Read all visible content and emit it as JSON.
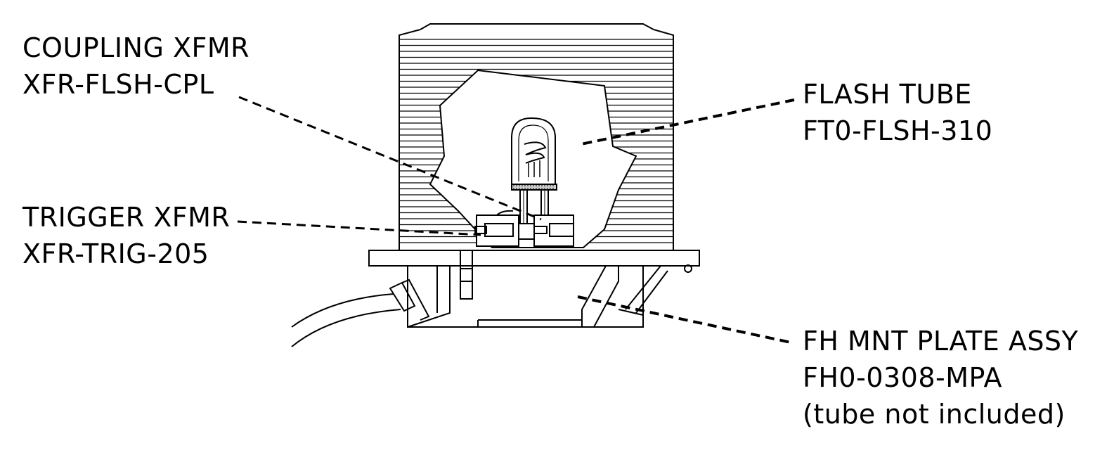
{
  "callouts": {
    "coupling_xfmr": {
      "name": "COUPLING XFMR",
      "part": "XFR-FLSH-CPL"
    },
    "trigger_xfmr": {
      "name": "TRIGGER XFMR",
      "part": "XFR-TRIG-205"
    },
    "flash_tube": {
      "name": "FLASH TUBE",
      "part": "FT0-FLSH-310"
    },
    "mount_plate": {
      "name": "FH MNT PLATE ASSY",
      "part": "FH0-0308-MPA",
      "note": "(tube not included)"
    }
  },
  "colors": {
    "ink": "#000000",
    "background": "#ffffff"
  }
}
